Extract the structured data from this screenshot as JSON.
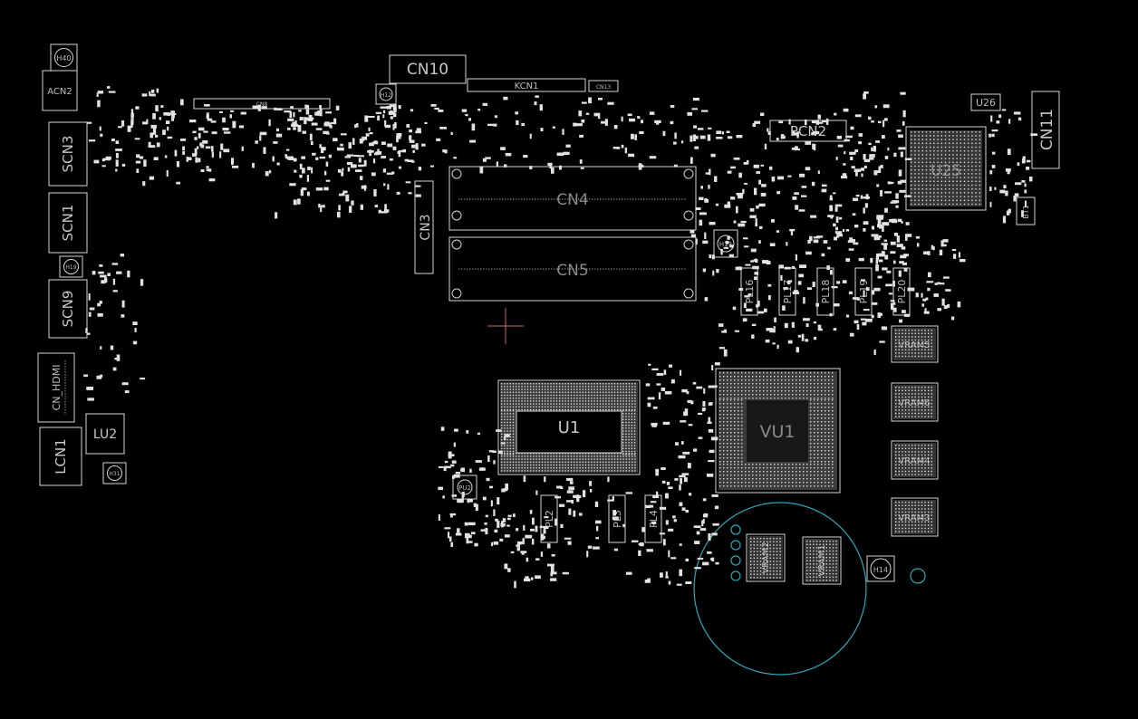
{
  "colors": {
    "background": "#000000",
    "outline": "#d6d6d6",
    "label": "#bdbdbd",
    "highlight_circle": "#2aa9b8",
    "cursor": "#c46a6a"
  },
  "labels": {
    "h40": "H40",
    "acn2": "ACN2",
    "scn3": "SCN3",
    "scn1": "SCN1",
    "scn9": "SCN9",
    "h19": "H19",
    "cn_hdmi": "CN_HDMI",
    "lcn1": "LCN1",
    "lu2": "LU2",
    "h31": "H31",
    "cn10": "CN10",
    "kcn1": "KCN1",
    "cn13": "CN13",
    "cn8": "CN8",
    "h12": "H12",
    "cn3": "CN3",
    "cn4": "CN4",
    "cn5": "CN5",
    "u1": "U1",
    "pu2": "PU2",
    "pl2": "PL2",
    "pl3": "PL3",
    "pl4": "PL4",
    "pcn2": "PCN2",
    "u25": "U25",
    "u26": "U26",
    "cn11": "CN11",
    "bt1": "BT1",
    "pl16": "PL16",
    "pl17": "PL17",
    "pl18": "PL18",
    "pl19": "PL19",
    "pl20": "PL20",
    "h13": "H13",
    "vu1": "VU1",
    "vram5": "VRAM5",
    "vram6": "VRAM6",
    "vram4": "VRAM4",
    "vram3": "VRAM3",
    "vram2": "VRAM2",
    "vram1": "VRAM1",
    "h14": "H14"
  }
}
